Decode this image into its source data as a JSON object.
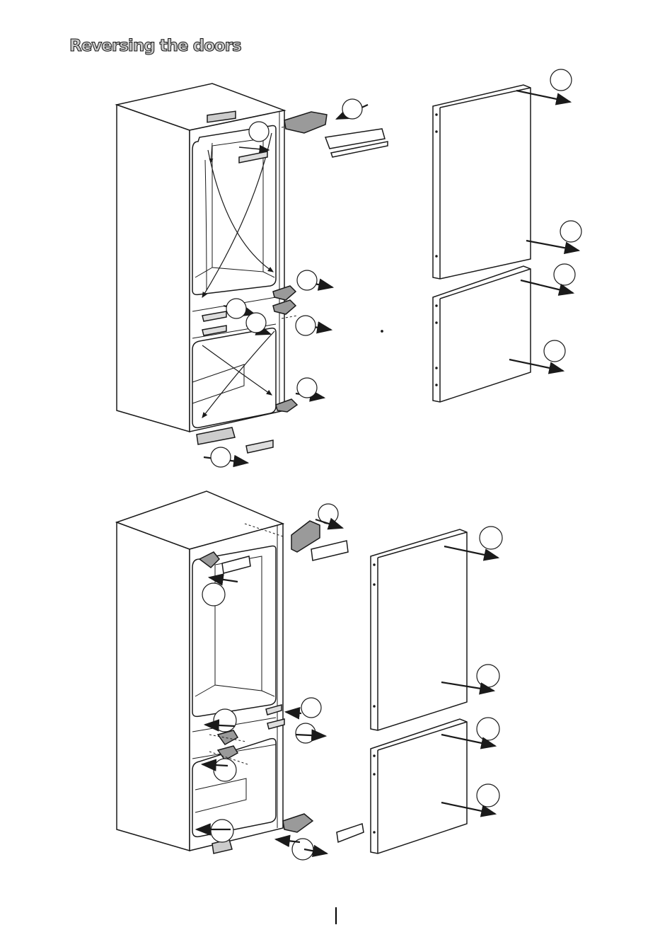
{
  "page": {
    "title": "Reversing the doors"
  },
  "figures": [
    {
      "name": "figure-1",
      "description_elements": [
        "fridge-cabinet",
        "upper-door",
        "lower-door",
        "hinges",
        "step-markers"
      ]
    },
    {
      "name": "figure-2",
      "description_elements": [
        "fridge-cabinet",
        "upper-door",
        "lower-door",
        "hinges",
        "step-markers"
      ]
    }
  ],
  "colors": {
    "line": "#1a1a1a",
    "hinge_fill": "#9a9a9a",
    "title_fill": "#c9c9c9"
  }
}
